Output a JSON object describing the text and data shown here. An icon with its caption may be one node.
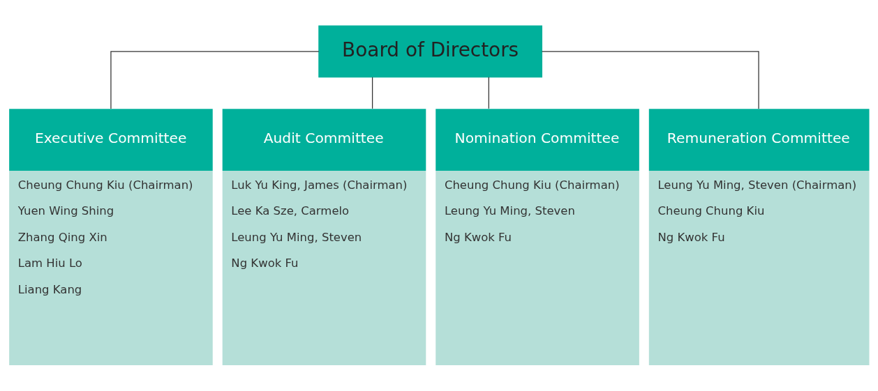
{
  "diagram": {
    "nodes": [
      {
        "text": [
          "Board of Directors"
        ]
      },
      {
        "text": [
          "Executive Committee",
          "Cheung Chung Kiu (Chairman)",
          "Yuen Wing Shing",
          "Zhang Qing Xin",
          "Lam Hiu Lo",
          "Liang Kang"
        ]
      },
      {
        "text": [
          "Audit Committee",
          "Luk Yu King, James (Chairman)",
          "Lee Ka Sze, Carmelo",
          "Leung Yu Ming, Steven",
          "Ng Kwok Fu"
        ]
      },
      {
        "text": [
          "Nomination Committee",
          "Cheung Chung Kiu (Chairman)",
          "Leung Yu Ming, Steven",
          "Ng Kwok Fu"
        ]
      },
      {
        "text": [
          "Remuneration Committee",
          "Leung Yu Ming, Steven (Chairman)",
          "Cheung Chung Kiu",
          "Ng Kwok Fu"
        ]
      }
    ],
    "edges": [
      {
        "from": 0,
        "to": 1,
        "arrow": "none"
      },
      {
        "from": 0,
        "to": 2,
        "arrow": "none"
      },
      {
        "from": 0,
        "to": 3,
        "arrow": "none"
      },
      {
        "from": 0,
        "to": 4,
        "arrow": "none"
      }
    ]
  }
}
